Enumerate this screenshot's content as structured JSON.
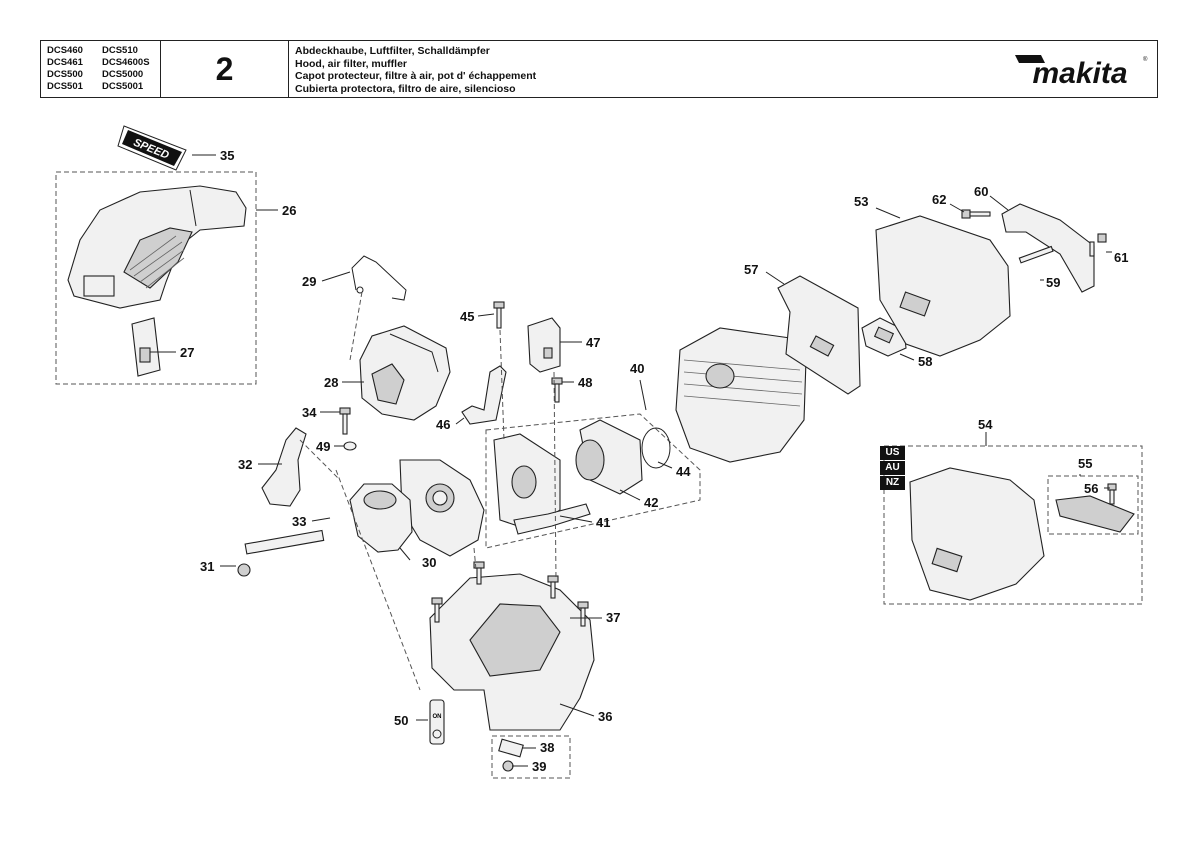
{
  "header": {
    "models": [
      "DCS460",
      "DCS510",
      "DCS461",
      "DCS4600S",
      "DCS500",
      "DCS5000",
      "DCS501",
      "DCS5001"
    ],
    "page_number": "2",
    "titles": [
      "Abdeckhaube, Luftfilter, Schalldämpfer",
      "Hood, air filter, muffler",
      "Capot protecteur, filtre à air, pot d' échappement",
      "Cubierta protectora, filtro de aire, silencioso"
    ],
    "brand": "makita"
  },
  "sticker_text": "SPEED",
  "region_tags": [
    "US",
    "AU",
    "NZ"
  ],
  "parts": [
    "26",
    "27",
    "28",
    "29",
    "30",
    "31",
    "32",
    "33",
    "34",
    "35",
    "36",
    "37",
    "38",
    "39",
    "40",
    "41",
    "42",
    "44",
    "45",
    "46",
    "47",
    "48",
    "49",
    "50",
    "53",
    "54",
    "55",
    "56",
    "57",
    "58",
    "59",
    "60",
    "61",
    "62"
  ],
  "switch_text": "ON"
}
